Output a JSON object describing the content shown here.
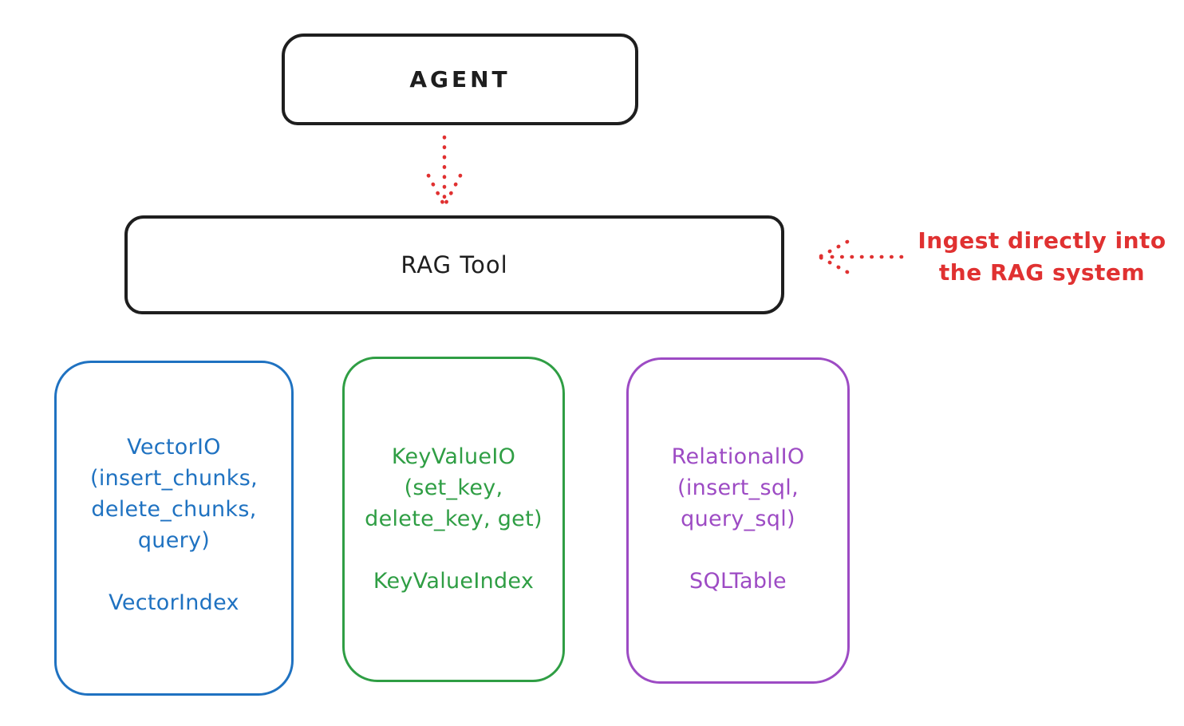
{
  "diagram": {
    "title": "RAG Tool architecture diagram",
    "style": "hand-drawn"
  },
  "colors": {
    "stroke_black": "#1e1e1e",
    "arrow_red": "#e03131",
    "vector_blue": "#1f72c1",
    "keyvalue_green": "#2f9e44",
    "relational_purple": "#9d4bc4",
    "background": "#ffffff"
  },
  "nodes": {
    "agent": {
      "label": "AGENT"
    },
    "rag_tool": {
      "label": "RAG Tool"
    }
  },
  "annotation": {
    "line1": "Ingest directly into",
    "line2": "the RAG system",
    "color": "#e03131"
  },
  "edges": [
    {
      "from": "agent",
      "to": "rag_tool",
      "style": "dotted",
      "direction": "down",
      "color": "#e03131"
    },
    {
      "from": "annotation",
      "to": "rag_tool",
      "style": "dotted",
      "direction": "left",
      "color": "#e03131"
    }
  ],
  "boxes": {
    "vector": {
      "title_lines": [
        "VectorIO",
        "(insert_chunks,",
        "delete_chunks,",
        "query)"
      ],
      "index_label": "VectorIndex",
      "color": "#1f72c1"
    },
    "keyvalue": {
      "title_lines": [
        "KeyValueIO",
        "(set_key,",
        "delete_key, get)"
      ],
      "index_label": "KeyValueIndex",
      "color": "#2f9e44"
    },
    "relational": {
      "title_lines": [
        "RelationalIO",
        "(insert_sql,",
        "query_sql)"
      ],
      "index_label": "SQLTable",
      "color": "#9d4bc4"
    }
  }
}
